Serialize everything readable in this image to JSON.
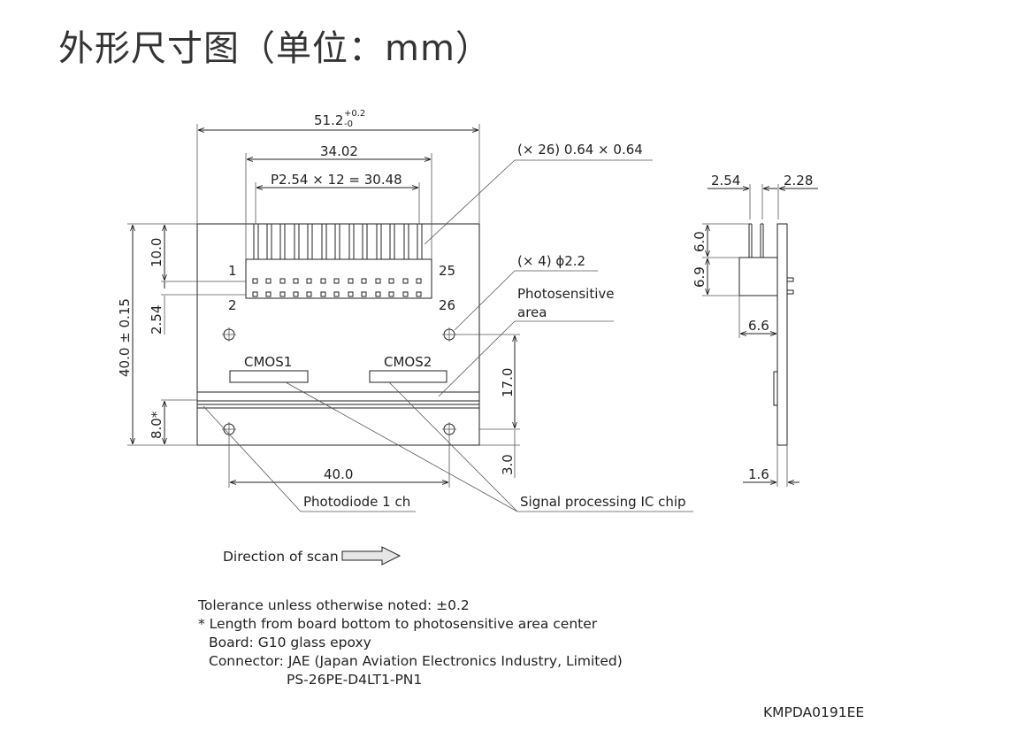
{
  "title": "外形尺寸图（单位：mm）",
  "front_view": {
    "overall_width": {
      "value": "51.2",
      "tol_plus": "+0.2",
      "tol_minus": "-0"
    },
    "connector_width": "34.02",
    "pitch": "P2.54 × 12 = 30.48",
    "pin_size": "(× 26) 0.64 × 0.64",
    "hole_spec": "(× 4) ϕ2.2",
    "photosensitive_area_label": "Photosensitive",
    "photosensitive_area_label2": "area",
    "pin_labels": {
      "top_left": "1",
      "bottom_left": "2",
      "top_right": "25",
      "bottom_right": "26"
    },
    "chips": [
      "CMOS1",
      "CMOS2"
    ],
    "height": "40.0 ± 0.15",
    "dim_10": "10.0",
    "dim_254": "2.54",
    "dim_8": "8.0*",
    "dim_17": "17.0",
    "dim_3": "3.0",
    "hole_spacing": "40.0",
    "photodiode_label": "Photodiode 1 ch",
    "signal_ic_label": "Signal processing IC chip"
  },
  "side_view": {
    "dim_254": "2.54",
    "dim_228": "2.28",
    "dim_6": "6.0",
    "dim_69": "6.9",
    "dim_66": "6.6",
    "dim_16": "1.6"
  },
  "scan_direction": "Direction of scan",
  "notes": [
    "Tolerance unless otherwise noted: ±0.2",
    "* Length from board bottom to photosensitive area center",
    "Board: G10 glass epoxy",
    "Connector: JAE (Japan Aviation Electronics Industry, Limited)",
    "PS-26PE-D4LT1-PN1"
  ],
  "drawing_code": "KMPDA0191EE"
}
